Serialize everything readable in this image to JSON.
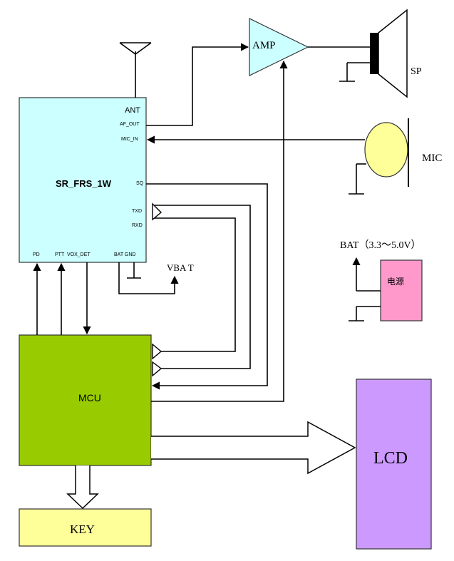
{
  "blocks": {
    "rf_module": {
      "name": "SR_FRS_1W",
      "fill": "#ccffff",
      "pins": {
        "ant": "ANT",
        "af_out": "AF_OUT",
        "mic_in": "MIC_IN",
        "sq": "SQ",
        "txd": "TXD",
        "rxd": "RXD",
        "pd": "PD",
        "ptt": "PTT",
        "vox_det": "VOX_DET",
        "bat_gnd": "BAT GND"
      }
    },
    "mcu": {
      "name": "MCU",
      "fill": "#99cc00"
    },
    "key": {
      "name": "KEY",
      "fill": "#ffff99"
    },
    "lcd": {
      "name": "LCD",
      "fill": "#cc99ff"
    },
    "amp": {
      "name": "AMP",
      "fill": "#ccffff"
    },
    "speaker": {
      "name": "SP"
    },
    "mic": {
      "name": "MIC",
      "fill": "#ffff99"
    },
    "power": {
      "name": "电源",
      "fill": "#ff99cc"
    }
  },
  "labels": {
    "vbat": "VBA T",
    "bat": "BAT（3.3～5.0V）"
  },
  "icons": {
    "antenna": "antenna-icon",
    "speaker": "speaker-icon",
    "microphone": "microphone-icon",
    "ground": "ground-icon"
  }
}
